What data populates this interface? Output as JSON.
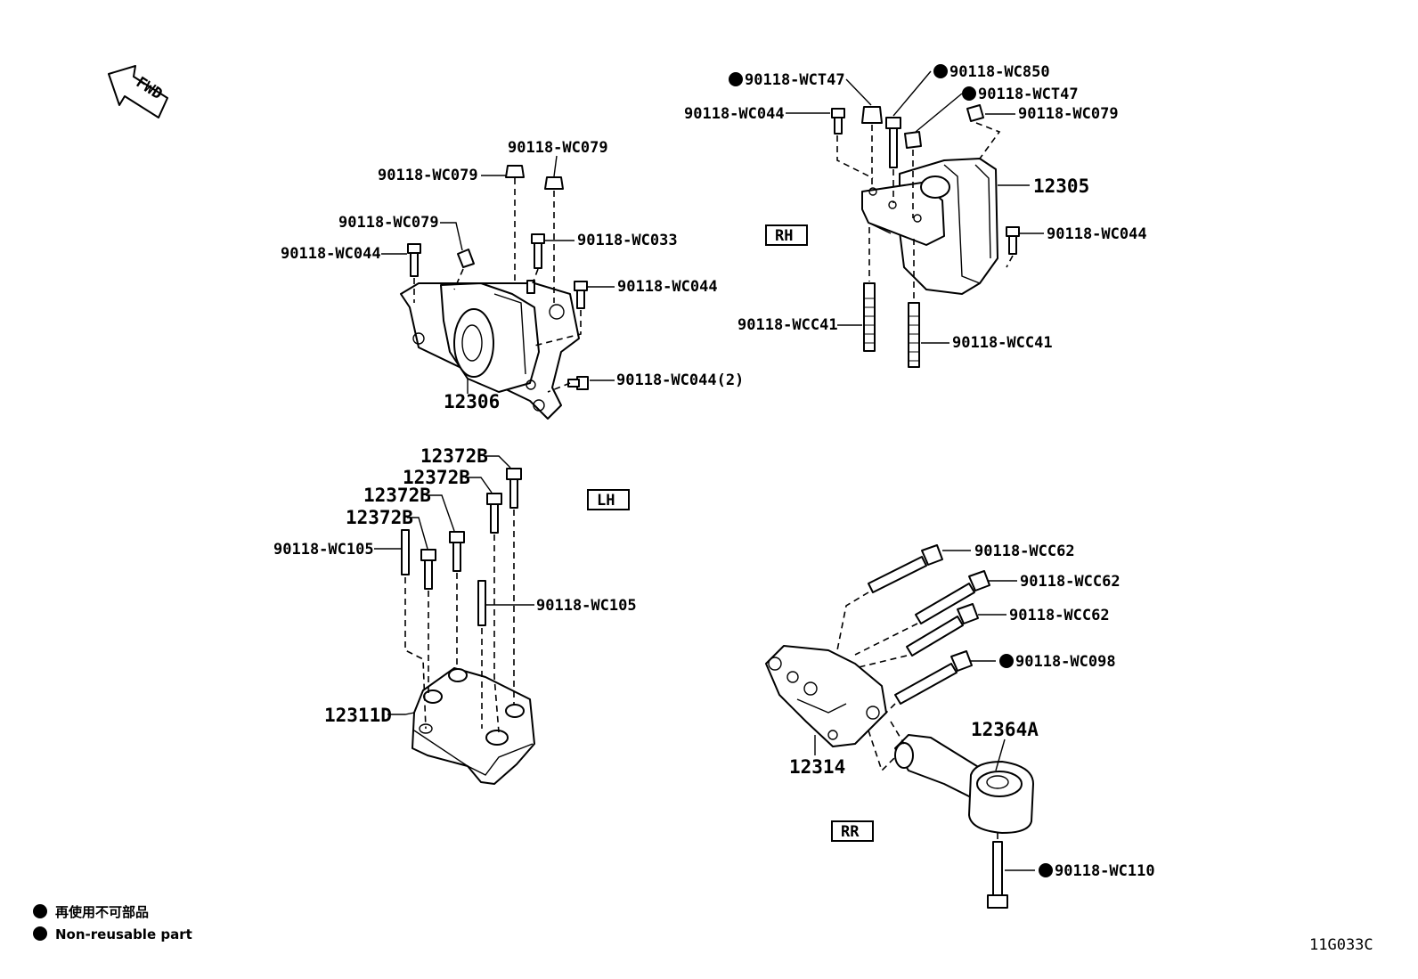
{
  "header": {
    "fwd": "FWD"
  },
  "sections": {
    "rh": "RH",
    "lh": "LH",
    "rr": "RR"
  },
  "parts": {
    "p12306": "12306",
    "p12305": "12305",
    "p12311d": "12311D",
    "p12314": "12314",
    "p12364a": "12364A"
  },
  "labels": {
    "lh_top_wc079_a": "90118-WC079",
    "lh_top_wc079_b": "90118-WC079",
    "lh_wc079_c": "90118-WC079",
    "lh_wc044_a": "90118-WC044",
    "lh_wc033": "90118-WC033",
    "lh_wc044_b": "90118-WC044",
    "lh_wc044_2": "90118-WC044(2)",
    "rh_wct47_a": "90118-WCT47",
    "rh_wc850": "90118-WC850",
    "rh_wct47_b": "90118-WCT47",
    "rh_wc044_a": "90118-WC044",
    "rh_wc079": "90118-WC079",
    "rh_wc044_b": "90118-WC044",
    "rh_wcc41_a": "90118-WCC41",
    "rh_wcc41_b": "90118-WCC41",
    "b_12372b_1": "12372B",
    "b_12372b_2": "12372B",
    "b_12372b_3": "12372B",
    "b_12372b_4": "12372B",
    "b_wc105_a": "90118-WC105",
    "b_wc105_b": "90118-WC105",
    "rr_wcc62_a": "90118-WCC62",
    "rr_wcc62_b": "90118-WCC62",
    "rr_wcc62_c": "90118-WCC62",
    "rr_wc098": "90118-WC098",
    "rr_wc110": "90118-WC110"
  },
  "legend": {
    "jp": "再使用不可部品",
    "en": "Non-reusable part"
  },
  "code": "11G033C"
}
